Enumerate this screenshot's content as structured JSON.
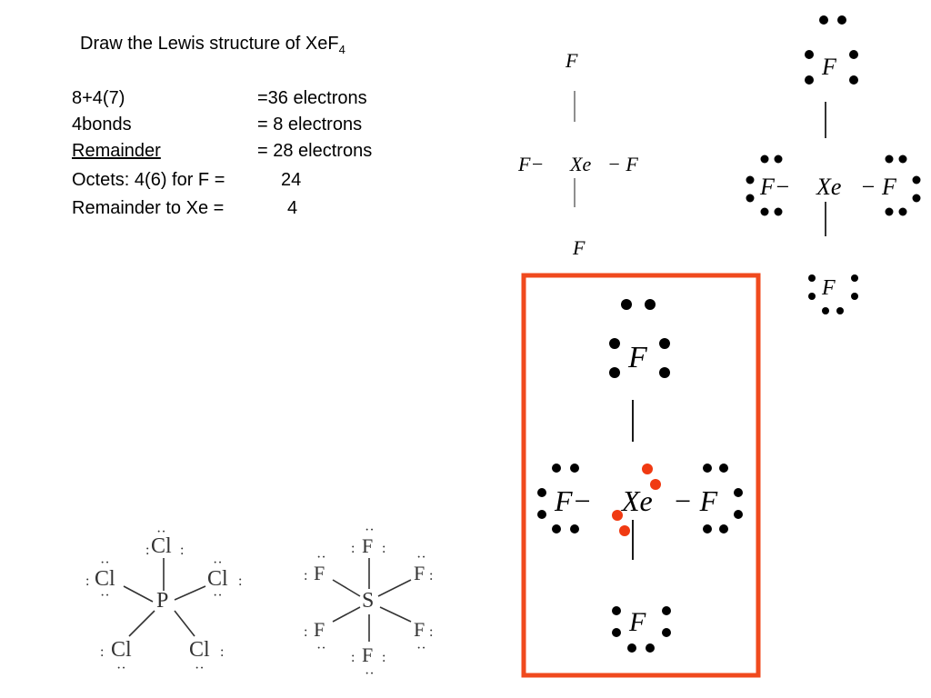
{
  "title": {
    "main": "Draw the Lewis structure of XeF",
    "sub": "4"
  },
  "calculation": [
    {
      "label": "8+4(7)",
      "value": "=36 electrons",
      "underline": false
    },
    {
      "label": "4bonds",
      "value": "= 8 electrons",
      "underline": false
    },
    {
      "label": "Remainder",
      "value": "= 28 electrons",
      "underline": true
    },
    {
      "label": "Octets: 4(6) for F =",
      "value": "24",
      "underline": false
    },
    {
      "label": "Remainder to Xe =",
      "value": "4",
      "underline": false
    }
  ],
  "skeleton": {
    "F": "F",
    "Xe": "Xe",
    "dash_left": "F−",
    "dash_right": "− F",
    "center": "Xe"
  },
  "octet_structure": {
    "left": "F−",
    "center": "Xe",
    "right": "− F",
    "top": "F",
    "bottom": "F"
  },
  "final_structure": {
    "left": "F−",
    "center": "Xe",
    "right": "− F",
    "top": "F",
    "bottom": "F",
    "highlight_color": "#f04a1e",
    "lone_pair_color": "#f03a12"
  },
  "examples": [
    {
      "center": "P",
      "ligand": "Cl"
    },
    {
      "center": "S",
      "ligand": "F"
    }
  ]
}
